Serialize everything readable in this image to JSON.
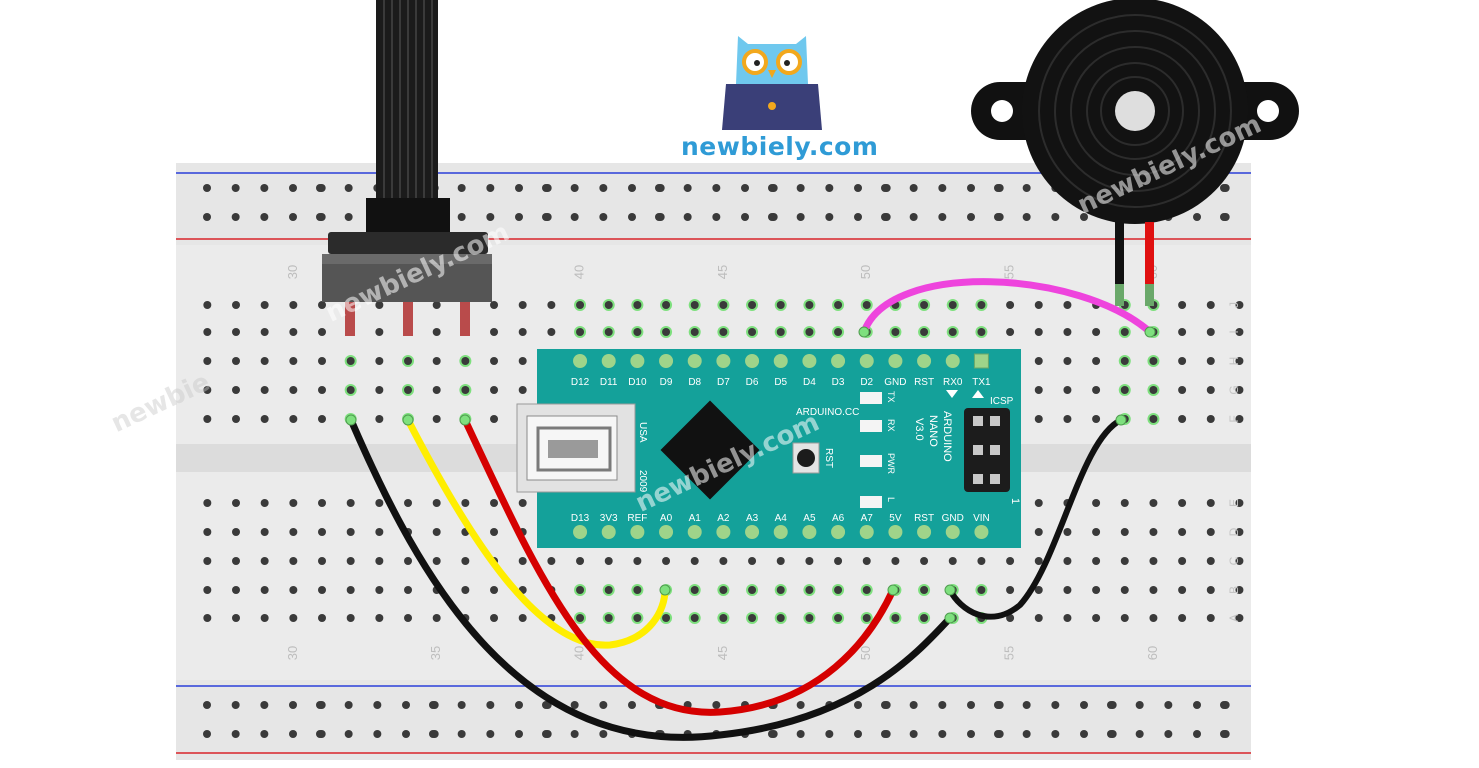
{
  "logo": {
    "text": "newbiely.com"
  },
  "watermarks": [
    "newbiely.com",
    "newbiely.com",
    "newbiely.com",
    "newbie"
  ],
  "breadboard": {
    "column_labels": [
      "30",
      "35",
      "40",
      "45",
      "50",
      "55",
      "60"
    ],
    "row_labels_top": [
      "J",
      "I",
      "H",
      "G",
      "F"
    ],
    "row_labels_bottom": [
      "E",
      "D",
      "C",
      "B",
      "A"
    ],
    "colors": {
      "board": "#ebebeb",
      "blue_rail": "#2a3fd8",
      "red_rail": "#d8232a",
      "hole": "#3a3a3a",
      "active_hole": "#7ee07e"
    }
  },
  "arduino": {
    "top_pins": [
      "D12",
      "D11",
      "D10",
      "D9",
      "D8",
      "D7",
      "D6",
      "D5",
      "D4",
      "D3",
      "D2",
      "GND",
      "RST",
      "RX0",
      "TX1"
    ],
    "bottom_pins": [
      "D13",
      "3V3",
      "REF",
      "A0",
      "A1",
      "A2",
      "A3",
      "A4",
      "A5",
      "A6",
      "A7",
      "5V",
      "RST",
      "GND",
      "VIN"
    ],
    "brand": "ARDUINO.CC",
    "model_lines": [
      "ARDUINO",
      "NANO",
      "V3.0"
    ],
    "usb_text": "USA",
    "year_text": "2009",
    "led_labels": [
      "TX",
      "RX",
      "PWR",
      "L"
    ],
    "rst_label": "RST",
    "icsp_label": "ICSP",
    "icsp_pin1": "1",
    "color": "#14a19a"
  },
  "wires": {
    "colors": {
      "black": "#111111",
      "yellow": "#ffee00",
      "red": "#d50000",
      "magenta": "#ee44dd"
    }
  }
}
